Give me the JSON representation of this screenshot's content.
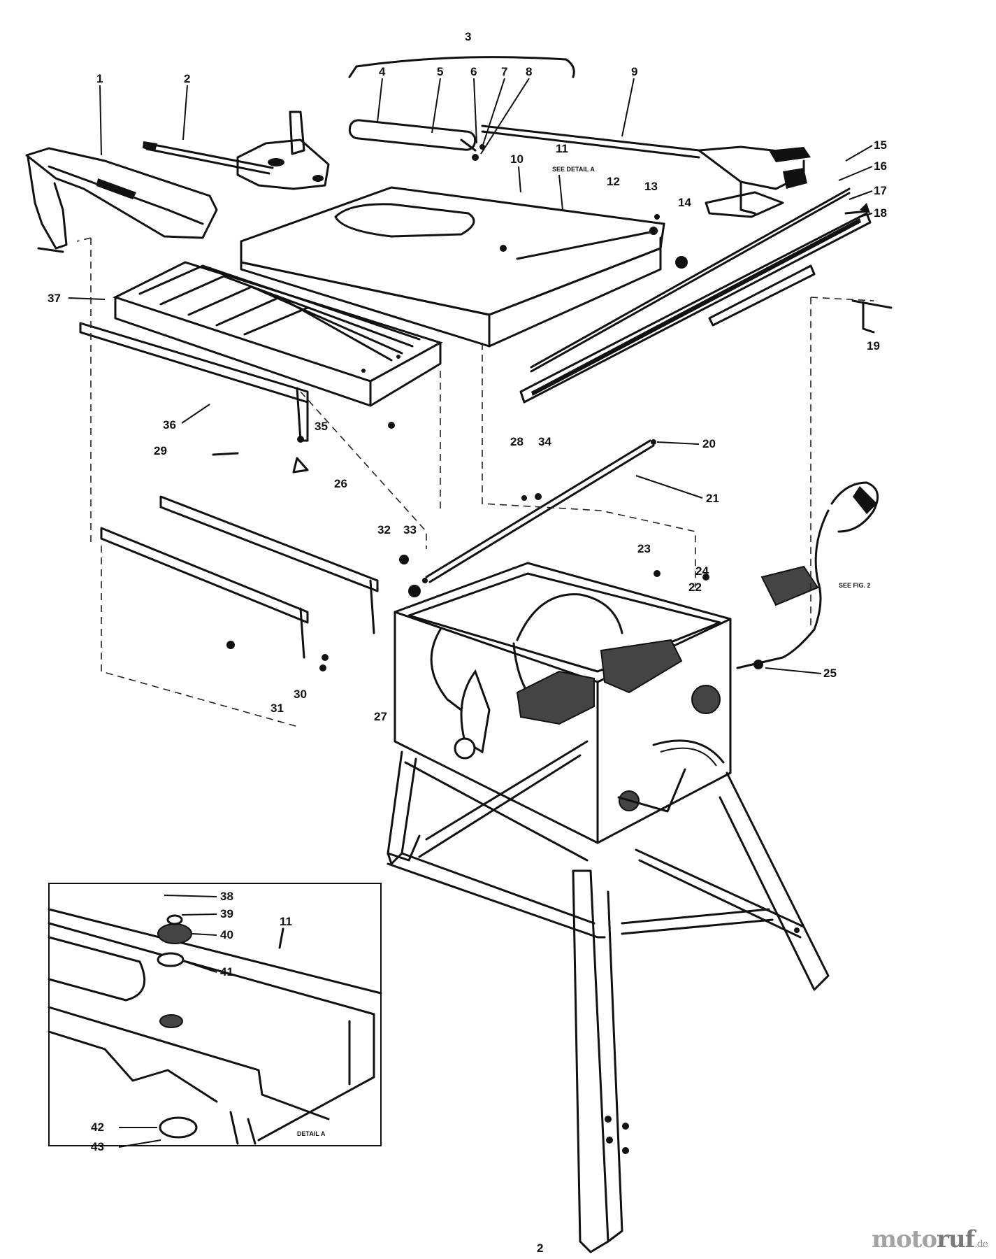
{
  "diagram": {
    "callouts": [
      "1",
      "2",
      "3",
      "4",
      "5",
      "6",
      "7",
      "8",
      "9",
      "10",
      "11",
      "12",
      "13",
      "14",
      "15",
      "16",
      "17",
      "18",
      "19",
      "20",
      "21",
      "22",
      "23",
      "24",
      "25",
      "26",
      "27",
      "28",
      "29",
      "30",
      "31",
      "32",
      "33",
      "34",
      "35",
      "36",
      "37",
      "38",
      "39",
      "40",
      "41",
      "42",
      "43"
    ],
    "labels": {
      "see_detail_a": "SEE DETAIL A",
      "see_fig_2": "SEE FIG. 2",
      "detail_a": "DETAIL A",
      "page_mark": "2"
    }
  },
  "watermark": {
    "part1": "moto",
    "part2": "ruf",
    "domain": ".de"
  }
}
